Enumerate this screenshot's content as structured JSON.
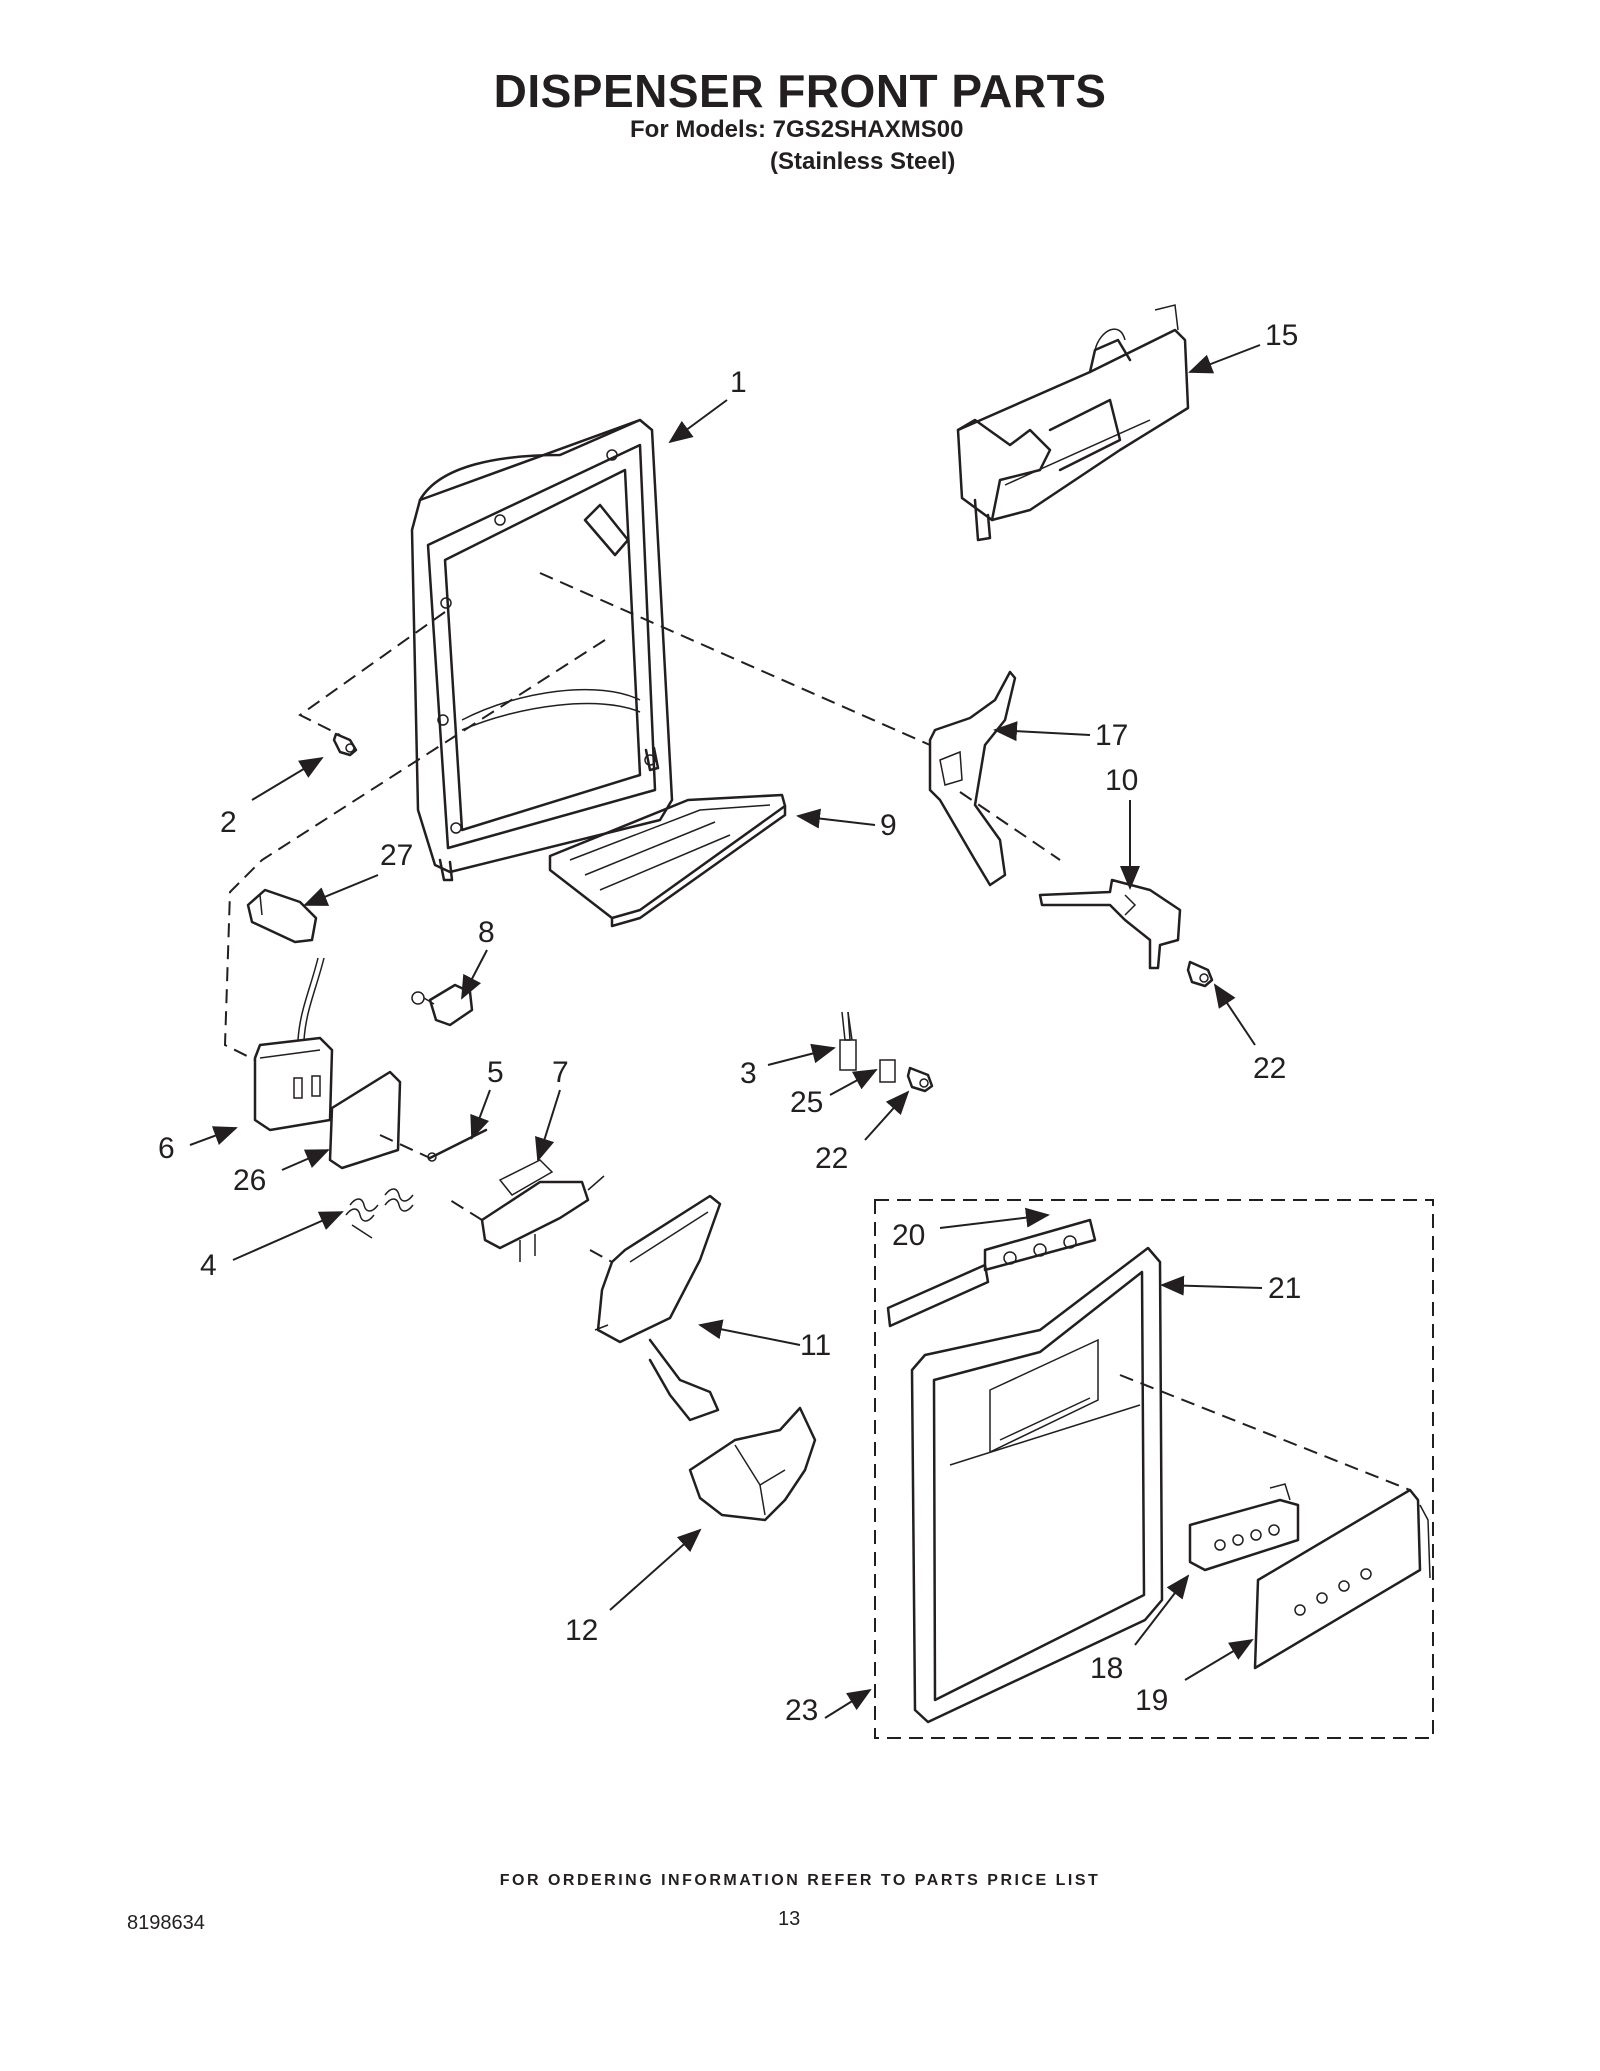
{
  "header": {
    "title": "DISPENSER FRONT PARTS",
    "models_line": "For Models: 7GS2SHAXMS00",
    "finish_line": "(Stainless Steel)"
  },
  "callouts": [
    "1",
    "2",
    "3",
    "4",
    "5",
    "6",
    "7",
    "8",
    "9",
    "10",
    "11",
    "12",
    "15",
    "17",
    "18",
    "19",
    "20",
    "21",
    "22",
    "22",
    "23",
    "25",
    "26",
    "27"
  ],
  "footer": {
    "ordering_note": "FOR ORDERING INFORMATION REFER TO PARTS PRICE LIST",
    "document_number": "8198634",
    "page_number": "13"
  }
}
